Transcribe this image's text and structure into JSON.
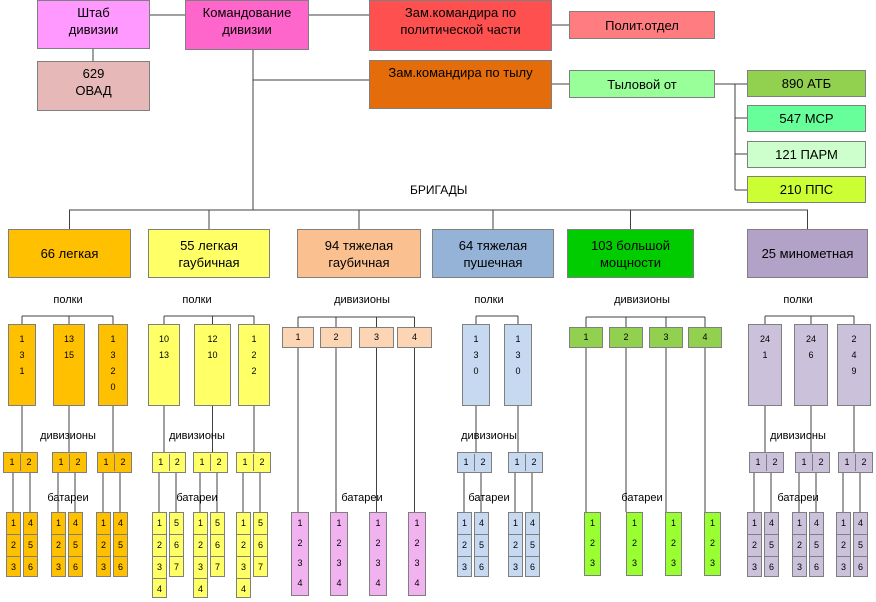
{
  "top": {
    "shtab": "Штаб\nдивизии",
    "komandovanie": "Командование\nдивизии",
    "zam_polit": "Зам.командира по\nполитической части",
    "polit_otdel": "Полит.отдел",
    "ovad": "629\nОВАД",
    "zam_tyl": "Зам.командира по тылу",
    "tylovoy": "Тыловой от",
    "units": [
      "890 АТБ",
      "547 МСР",
      "121 ПАРМ",
      "210 ППС"
    ]
  },
  "brigady_label": "БРИГАДЫ",
  "brigades": [
    {
      "name": "66 легкая",
      "sub_label": "полки",
      "subunits": [
        "1\n3\n1",
        "13\n15",
        "1\n3\n2\n0"
      ],
      "div_label": "дивизионы",
      "div_cells": [
        "1",
        "2"
      ],
      "bat_label": "батареи",
      "bat_left": [
        "1",
        "2",
        "3"
      ],
      "bat_right": [
        "4",
        "5",
        "6"
      ]
    },
    {
      "name": "55 легкая\nгаубичная",
      "sub_label": "полки",
      "subunits": [
        "10\n13",
        "12\n10",
        "1\n2\n2"
      ],
      "div_label": "дивизионы",
      "div_cells": [
        "1",
        "2"
      ],
      "bat_label": "батареи",
      "bat_left": [
        "1",
        "2",
        "3",
        "4"
      ],
      "bat_right": [
        "5",
        "6",
        "7"
      ]
    },
    {
      "name": "94 тяжелая\nгаубичная",
      "sub_label": "дивизионы",
      "subunits": [
        "1",
        "2",
        "3",
        "4"
      ],
      "bat_label": "батареи",
      "bat_cells": [
        "1",
        "2",
        "3",
        "4"
      ]
    },
    {
      "name": "64 тяжелая\nпушечная",
      "sub_label": "полки",
      "subunits": [
        "1\n3\n0",
        "1\n3\n0"
      ],
      "div_label": "дивизионы",
      "div_cells": [
        "1",
        "2"
      ],
      "bat_label": "батареи",
      "bat_left": [
        "1",
        "2",
        "3"
      ],
      "bat_right": [
        "4",
        "5",
        "6"
      ]
    },
    {
      "name": "103 большой\nмощности",
      "sub_label": "дивизионы",
      "subunits": [
        "1",
        "2",
        "3",
        "4"
      ],
      "bat_label": "батареи",
      "bat_cells": [
        "1",
        "2",
        "3"
      ]
    },
    {
      "name": "25 минометная",
      "sub_label": "полки",
      "subunits": [
        "24\n1",
        "24\n6",
        "2\n4\n9"
      ],
      "div_label": "дивизионы",
      "div_cells": [
        "1",
        "2"
      ],
      "bat_label": "батареи",
      "bat_left": [
        "1",
        "2",
        "3"
      ],
      "bat_right": [
        "4",
        "5",
        "6"
      ]
    }
  ],
  "colors": {
    "shtab": "#ff99ff",
    "komandovanie": "#ff66cc",
    "zam_polit": "#ff5050",
    "polit_otdel": "#ff7c80",
    "ovad": "#e6b8b7",
    "zam_tyl": "#e46c0a",
    "tylovoy": "#99ff99",
    "atb": "#92d050",
    "msr": "#66ff99",
    "parm": "#ccffcc",
    "pps": "#ccff33",
    "b66": "#ffc000",
    "b55": "#ffff66",
    "b94": "#fac090",
    "b64": "#95b3d7",
    "b103": "#00cc00",
    "b25": "#b3a2c7",
    "c66": "#ffc000",
    "c55": "#ffff66",
    "c94": "#fcd5b5",
    "c64": "#c6d9f1",
    "c103": "#92d050",
    "c25": "#ccc1da",
    "c94bat": "#f0b3f0",
    "c103bat": "#99ff33",
    "line": "#404040"
  }
}
